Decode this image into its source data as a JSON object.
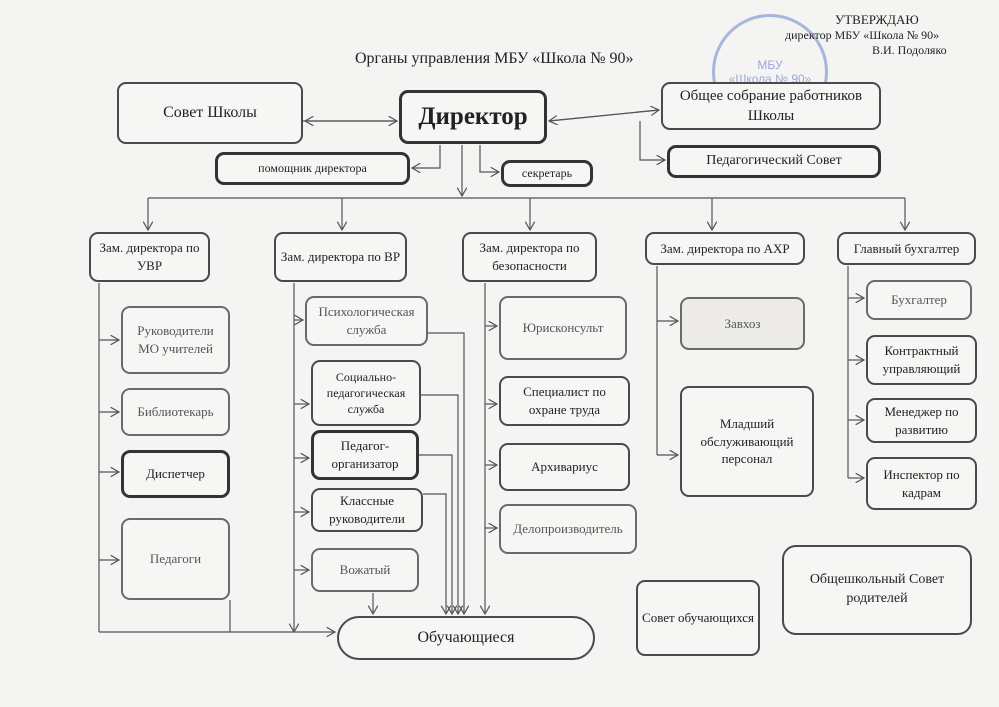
{
  "approval": {
    "title": "УТВЕРЖДАЮ",
    "position": "директор МБУ «Школа № 90»",
    "name": "В.И. Подоляко",
    "stamp_text": "МБУ «Школа № 90»"
  },
  "title": "Органы управления МБУ «Школа № 90»",
  "top": {
    "council": "Совет Школы",
    "director": "Директор",
    "general_meeting": "Общее собрание работников Школы",
    "ped_council": "Педагогический Совет",
    "assistant": "помощник директора",
    "secretary": "секретарь"
  },
  "deputies": {
    "uvr": "Зам. директора по УВР",
    "vr": "Зам. директора по ВР",
    "security": "Зам. директора по безопасности",
    "ahr": "Зам. директора по АХР",
    "accountant": "Главный бухгалтер"
  },
  "uvr": [
    "Руководители МО учителей",
    "Библиотекарь",
    "Диспетчер",
    "Педагоги"
  ],
  "vr": [
    "Психологическая служба",
    "Социально-педагогическая служба",
    "Педагог-организатор",
    "Классные руководители",
    "Вожатый"
  ],
  "security": [
    "Юрисконсульт",
    "Специалист по охране труда",
    "Архивариус",
    "Делопроизводитель"
  ],
  "ahr": [
    "Завхоз",
    "Младший обслуживающий персонал"
  ],
  "accounting": [
    "Бухгалтер",
    "Контрактный управляющий",
    "Менеджер по развитию",
    "Инспектор по кадрам"
  ],
  "bottom": {
    "students": "Обучающиеся",
    "student_council": "Совет обучающихся",
    "parent_council": "Общешкольный Совет родителей"
  }
}
